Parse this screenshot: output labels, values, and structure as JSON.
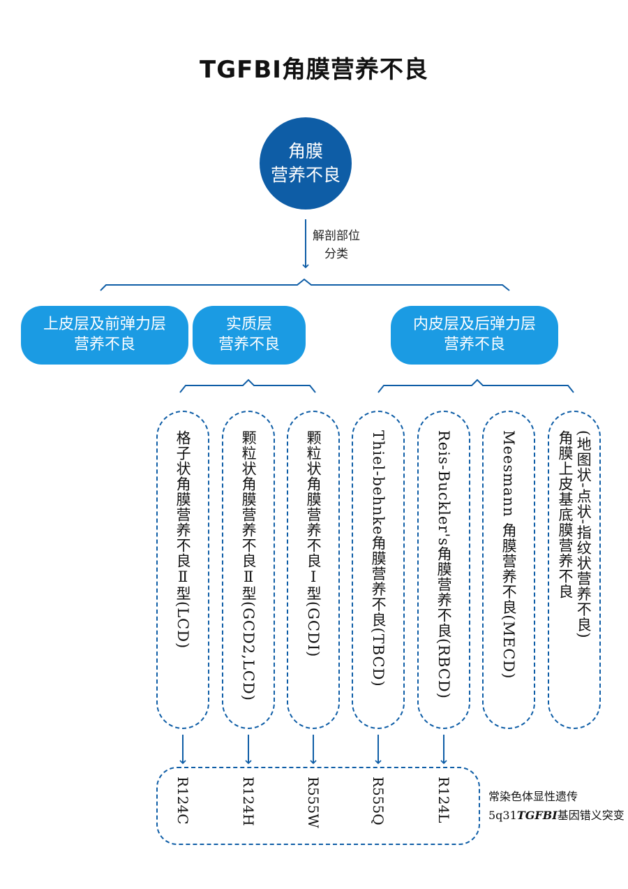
{
  "title": "TGFBI角膜营养不良",
  "root": {
    "line1": "角膜",
    "line2": "营养不良"
  },
  "branch_label": {
    "line1": "解剖部位",
    "line2": "分类"
  },
  "categories": [
    {
      "line1": "上皮层及前弹力层",
      "line2": "营养不良"
    },
    {
      "line1": "实质层",
      "line2": "营养不良"
    },
    {
      "line1": "内皮层及后弹力层",
      "line2": "营养不良"
    }
  ],
  "subtypes": [
    {
      "text": "格子状角膜营养不良Ⅱ型(LCD)"
    },
    {
      "text": "颗粒状角膜营养不良Ⅱ型(GCD2,LCD)"
    },
    {
      "text": "颗粒状角膜营养不良Ⅰ型(GCDI)"
    },
    {
      "text": "Thiel-behnke角膜营养不良(TBCD)"
    },
    {
      "text": "Reis-Buckler's角膜营养不良(RBCD)"
    },
    {
      "text": "Meesmann 角膜营养不良(MECD)"
    },
    {
      "text": "(地图状-点状-指纹状营养不良)\n角膜上皮基底膜营养不良"
    }
  ],
  "mutations": [
    "R124C",
    "R124H",
    "R555W",
    "R555Q",
    "R124L"
  ],
  "note": {
    "line1": "常染色体显性遗传",
    "prefix": "5q31",
    "gene": "TGFBI",
    "suffix": "基因错义突变"
  },
  "colors": {
    "dark_blue": "#0e5da6",
    "light_blue": "#1b9be3",
    "line": "#0e5da6"
  }
}
